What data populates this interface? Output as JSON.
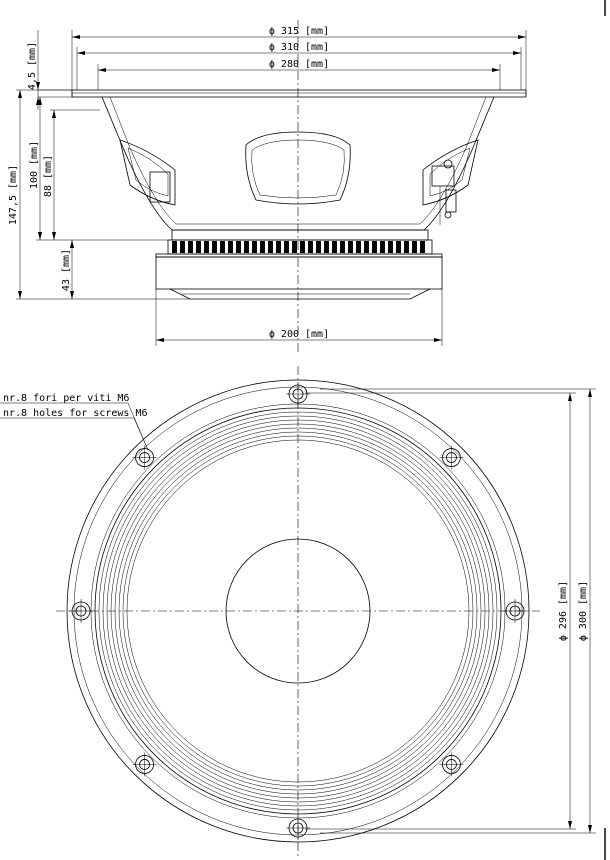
{
  "side_view": {
    "dim_outer_diameter": "ϕ 315 [mm]",
    "dim_mount_diameter": "ϕ 310 [mm]",
    "dim_cone_diameter": "ϕ 280 [mm]",
    "dim_magnet_diameter": "ϕ 200 [mm]",
    "dim_flange_thickness": "4,5 [mm]",
    "dim_total_depth": "147,5 [mm]",
    "dim_basket_depth_100": "100 [mm]",
    "dim_basket_depth_88": "88 [mm]",
    "dim_magnet_height": "43 [mm]"
  },
  "front_view": {
    "holes_note_it": "nr.8 fori per viti M6",
    "holes_note_en": "nr.8 holes for screws M6",
    "dim_hole_circle": "ϕ 296 [mm]",
    "dim_baffle": "ϕ 300 [mm]"
  }
}
